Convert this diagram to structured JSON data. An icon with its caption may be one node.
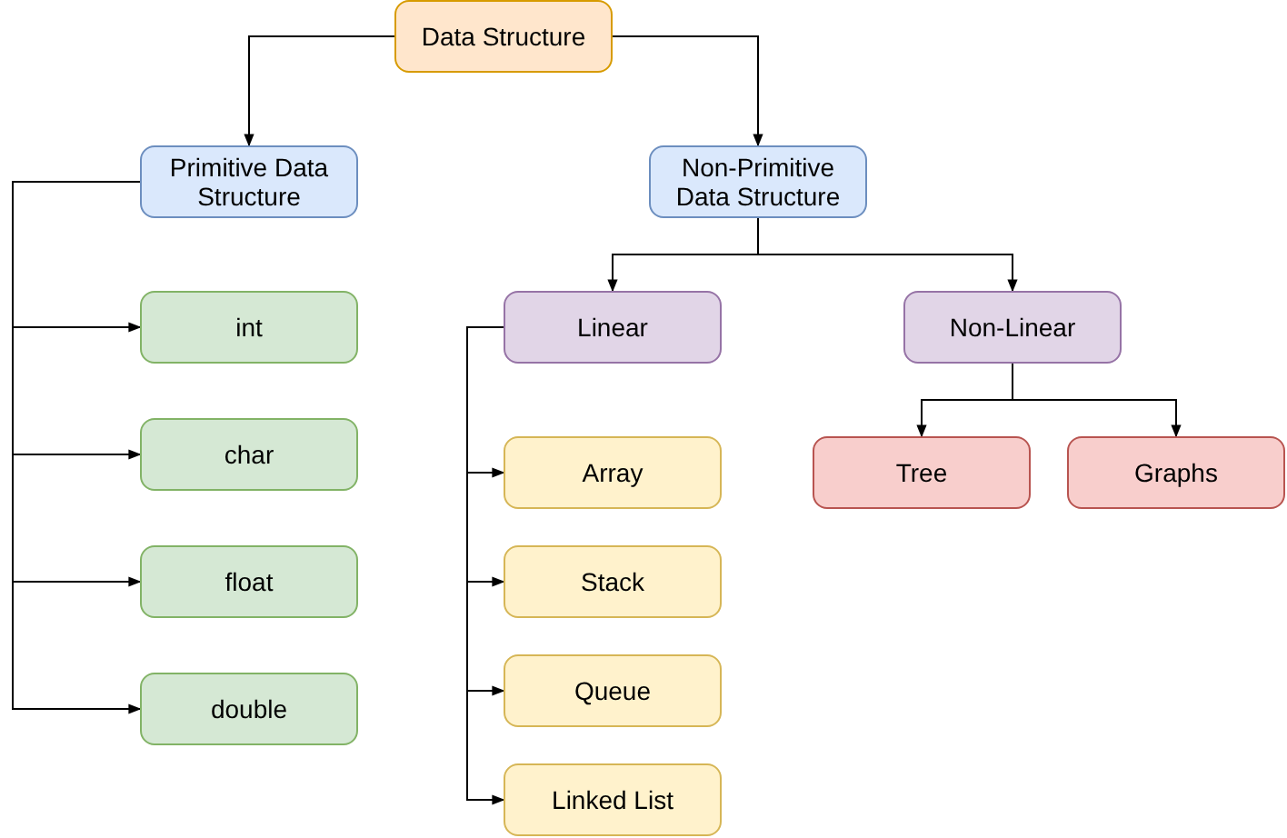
{
  "diagram": {
    "nodes": [
      {
        "text": [
          "Data Structure"
        ]
      },
      {
        "text": [
          "Primitive Data Structure"
        ]
      },
      {
        "text": [
          "Non-Primitive Data Structure"
        ]
      },
      {
        "text": [
          "int"
        ]
      },
      {
        "text": [
          "char"
        ]
      },
      {
        "text": [
          "float"
        ]
      },
      {
        "text": [
          "double"
        ]
      },
      {
        "text": [
          "Linear"
        ]
      },
      {
        "text": [
          "Non-Linear"
        ]
      },
      {
        "text": [
          "Array"
        ]
      },
      {
        "text": [
          "Stack"
        ]
      },
      {
        "text": [
          "Queue"
        ]
      },
      {
        "text": [
          "Linked List"
        ]
      },
      {
        "text": [
          "Tree"
        ]
      },
      {
        "text": [
          "Graphs"
        ]
      }
    ],
    "edges": [
      {
        "from": 0,
        "to": 1,
        "arrow": "to"
      },
      {
        "from": 0,
        "to": 2,
        "arrow": "to"
      },
      {
        "from": 1,
        "to": 3,
        "arrow": "to"
      },
      {
        "from": 1,
        "to": 4,
        "arrow": "to"
      },
      {
        "from": 1,
        "to": 5,
        "arrow": "to"
      },
      {
        "from": 1,
        "to": 6,
        "arrow": "to"
      },
      {
        "from": 2,
        "to": 7,
        "arrow": "to"
      },
      {
        "from": 2,
        "to": 8,
        "arrow": "to"
      },
      {
        "from": 7,
        "to": 9,
        "arrow": "to"
      },
      {
        "from": 7,
        "to": 10,
        "arrow": "to"
      },
      {
        "from": 7,
        "to": 11,
        "arrow": "to"
      },
      {
        "from": 7,
        "to": 12,
        "arrow": "to"
      },
      {
        "from": 8,
        "to": 13,
        "arrow": "to"
      },
      {
        "from": 8,
        "to": 14,
        "arrow": "to"
      }
    ]
  }
}
